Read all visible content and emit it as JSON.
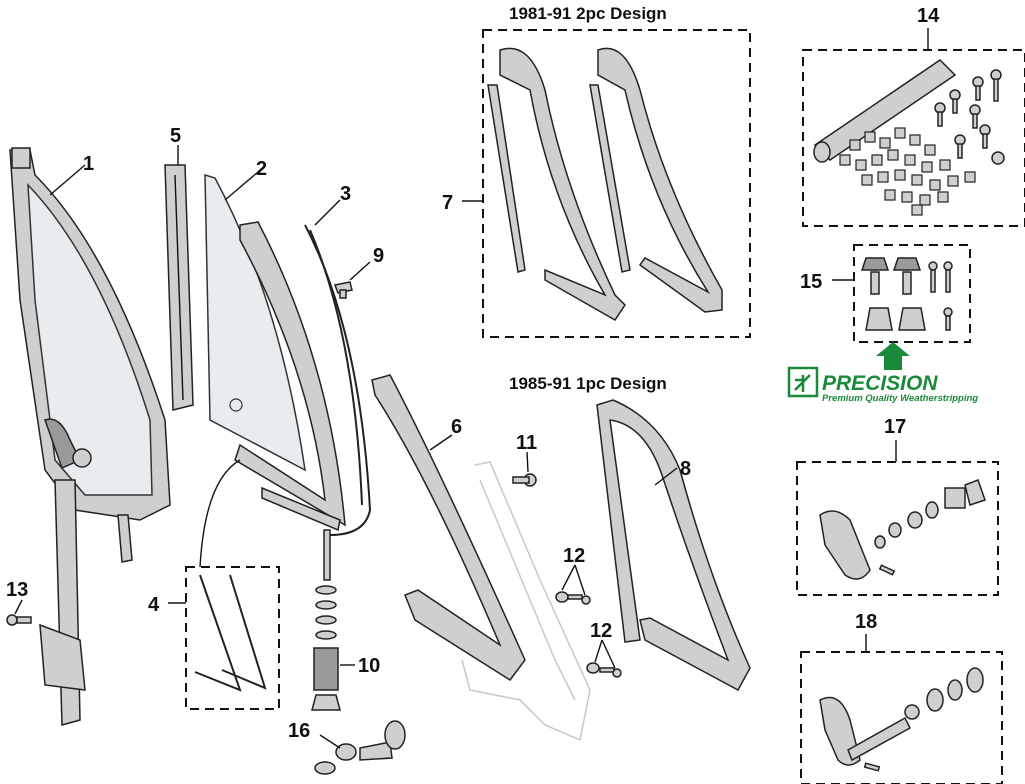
{
  "headers": {
    "design_2pc": "1981-91 2pc Design",
    "design_1pc": "1985-91 1pc Design"
  },
  "callouts": {
    "p1": "1",
    "p2": "2",
    "p3": "3",
    "p4": "4",
    "p5": "5",
    "p6": "6",
    "p7": "7",
    "p8": "8",
    "p9": "9",
    "p10": "10",
    "p11": "11",
    "p12a": "12",
    "p12b": "12",
    "p13": "13",
    "p14": "14",
    "p15": "15",
    "p16": "16",
    "p17": "17",
    "p18": "18"
  },
  "logo": {
    "name": "PRECISION",
    "tagline": "Premium Quality Weatherstripping",
    "color": "#1a8a3a"
  }
}
